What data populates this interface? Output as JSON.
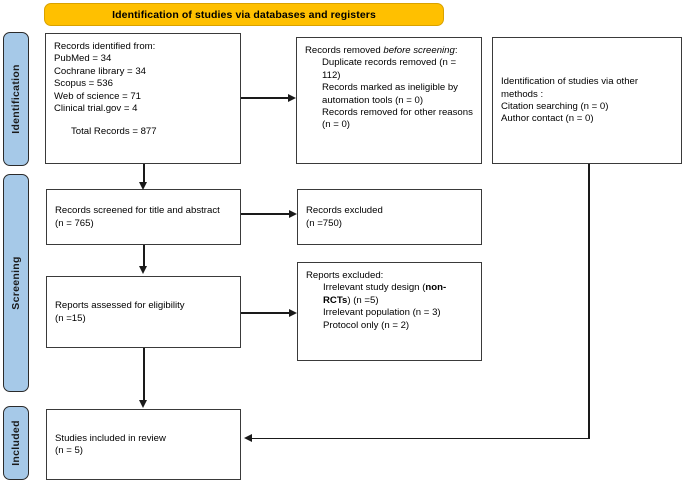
{
  "diagram": {
    "type": "prisma-flow-diagram",
    "banner": {
      "label": "Identification of studies via databases and registers"
    },
    "stages": [
      {
        "key": "identification",
        "label": "Identification"
      },
      {
        "key": "screening",
        "label": "Screening"
      },
      {
        "key": "included",
        "label": "Included"
      }
    ],
    "boxes": {
      "records_identified": {
        "title": "Records identified from:",
        "lines": [
          "PubMed = 34",
          "Cochrane library = 34",
          "Scopus = 536",
          "Web of science = 71",
          "Clinical trial.gov = 4"
        ],
        "total": "Total Records = 877"
      },
      "records_removed": {
        "title_plain": "Records removed ",
        "title_italic": "before screening",
        "title_colon": ":",
        "items": [
          "Duplicate records removed (n = 112)",
          "Records marked as ineligible by automation tools (n = 0)",
          "Records removed for other reasons (n = 0)"
        ]
      },
      "other_methods": {
        "title": "Identification of studies via other methods :",
        "lines": [
          "Citation searching (n = 0)",
          "Author contact (n = 0)"
        ]
      },
      "records_screened": {
        "title": "Records screened for title and abstract",
        "count": "(n = 765)"
      },
      "records_excluded": {
        "title": "Records excluded",
        "count": "(n =750)"
      },
      "reports_assessed": {
        "title": "Reports assessed for eligibility",
        "count": "(n =15)"
      },
      "reports_excluded": {
        "title": "Reports excluded:",
        "items_line1_pre": "Irrelevant study design (",
        "items_line1_bold": "non-RCTs",
        "items_line1_post": ") (n =5)",
        "item2": "Irrelevant population (n = 3)",
        "item3": "Protocol only (n = 2)"
      },
      "studies_included": {
        "title": "Studies included in review",
        "count": "(n = 5)"
      }
    },
    "colors": {
      "banner_fill": "#FFC000",
      "stage_fill": "#A6C9E8",
      "box_border": "#3a3a3a",
      "connector": "#1a1a1a",
      "background": "#ffffff"
    }
  }
}
